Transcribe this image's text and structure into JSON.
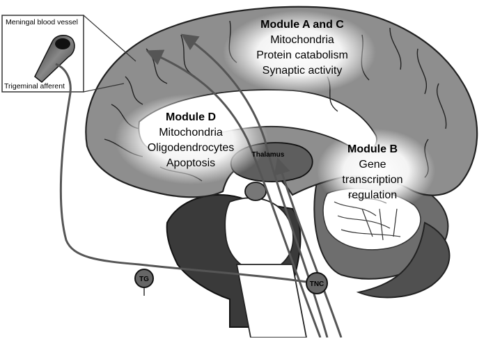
{
  "inset": {
    "top_label": "Meningal blood vessel",
    "bottom_label": "Trigeminal afferent"
  },
  "modules": {
    "ac": {
      "title": "Module A and C",
      "lines": [
        "Mitochondria",
        "Protein catabolism",
        "Synaptic activity"
      ]
    },
    "d": {
      "title": "Module D",
      "lines": [
        "Mitochondria",
        "Oligodendrocytes",
        "Apoptosis"
      ]
    },
    "b": {
      "title": "Module B",
      "lines": [
        "Gene",
        "transcription",
        "regulation"
      ]
    }
  },
  "structures": {
    "thalamus": "Thalamus",
    "tg": "TG",
    "tnc": "TNC"
  },
  "colors": {
    "cortex": "#8e8e8e",
    "cortex_dark": "#5a5a5a",
    "brainstem": "#3a3a3a",
    "highlight": "#ffffff",
    "pathway": "#555555"
  }
}
